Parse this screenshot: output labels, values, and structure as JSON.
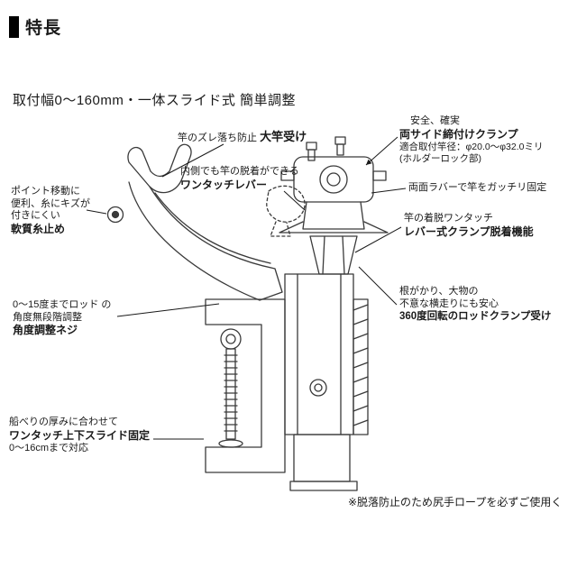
{
  "header": {
    "title": "特長"
  },
  "heading": "取付幅0〜160mm・一体スライド式 簡単調整",
  "annotations": {
    "big_rod_rest": {
      "desc": "竿のズレ落ち防止",
      "name": "大竿受け"
    },
    "one_touch_lever": {
      "desc": "内側でも竿の脱着ができる",
      "name": "ワンタッチレバー"
    },
    "side_clamp": {
      "desc": "安全、確実",
      "name": "両サイド締付けクランプ",
      "spec1": "適合取付竿径：φ20.0〜φ32.0ミリ",
      "spec2": "(ホルダーロック部)"
    },
    "rubber_grip": {
      "desc": "両面ラバーで竿をガッチリ固定"
    },
    "lever_clamp": {
      "desc": "竿の着脱ワンタッチ",
      "name": "レバー式クランプ脱着機能"
    },
    "soft_line_stopper": {
      "desc1": "ポイント移動に",
      "desc2": "便利、糸にキズが",
      "desc3": "付きにくい",
      "name": "軟質糸止め"
    },
    "angle_screw": {
      "desc1": "0〜15度までロッド の",
      "desc2": "角度無段階調整",
      "name": "角度調整ネジ"
    },
    "rotation_receiver": {
      "desc1": "根がかり、大物の",
      "desc2": "不意な横走りにも安心",
      "name": "360度回転のロッドクランプ受け"
    },
    "slide_fixing": {
      "desc1": "船べりの厚みに合わせて",
      "name": "ワンタッチ上下スライド固定",
      "desc2": "0〜16cmまで対応"
    }
  },
  "footnote": "※脱落防止のため尻手ロープを必ずご使用く",
  "colors": {
    "ink": "#1a1a1a",
    "line": "#3a3a3a",
    "accent_bar": "#000000"
  }
}
